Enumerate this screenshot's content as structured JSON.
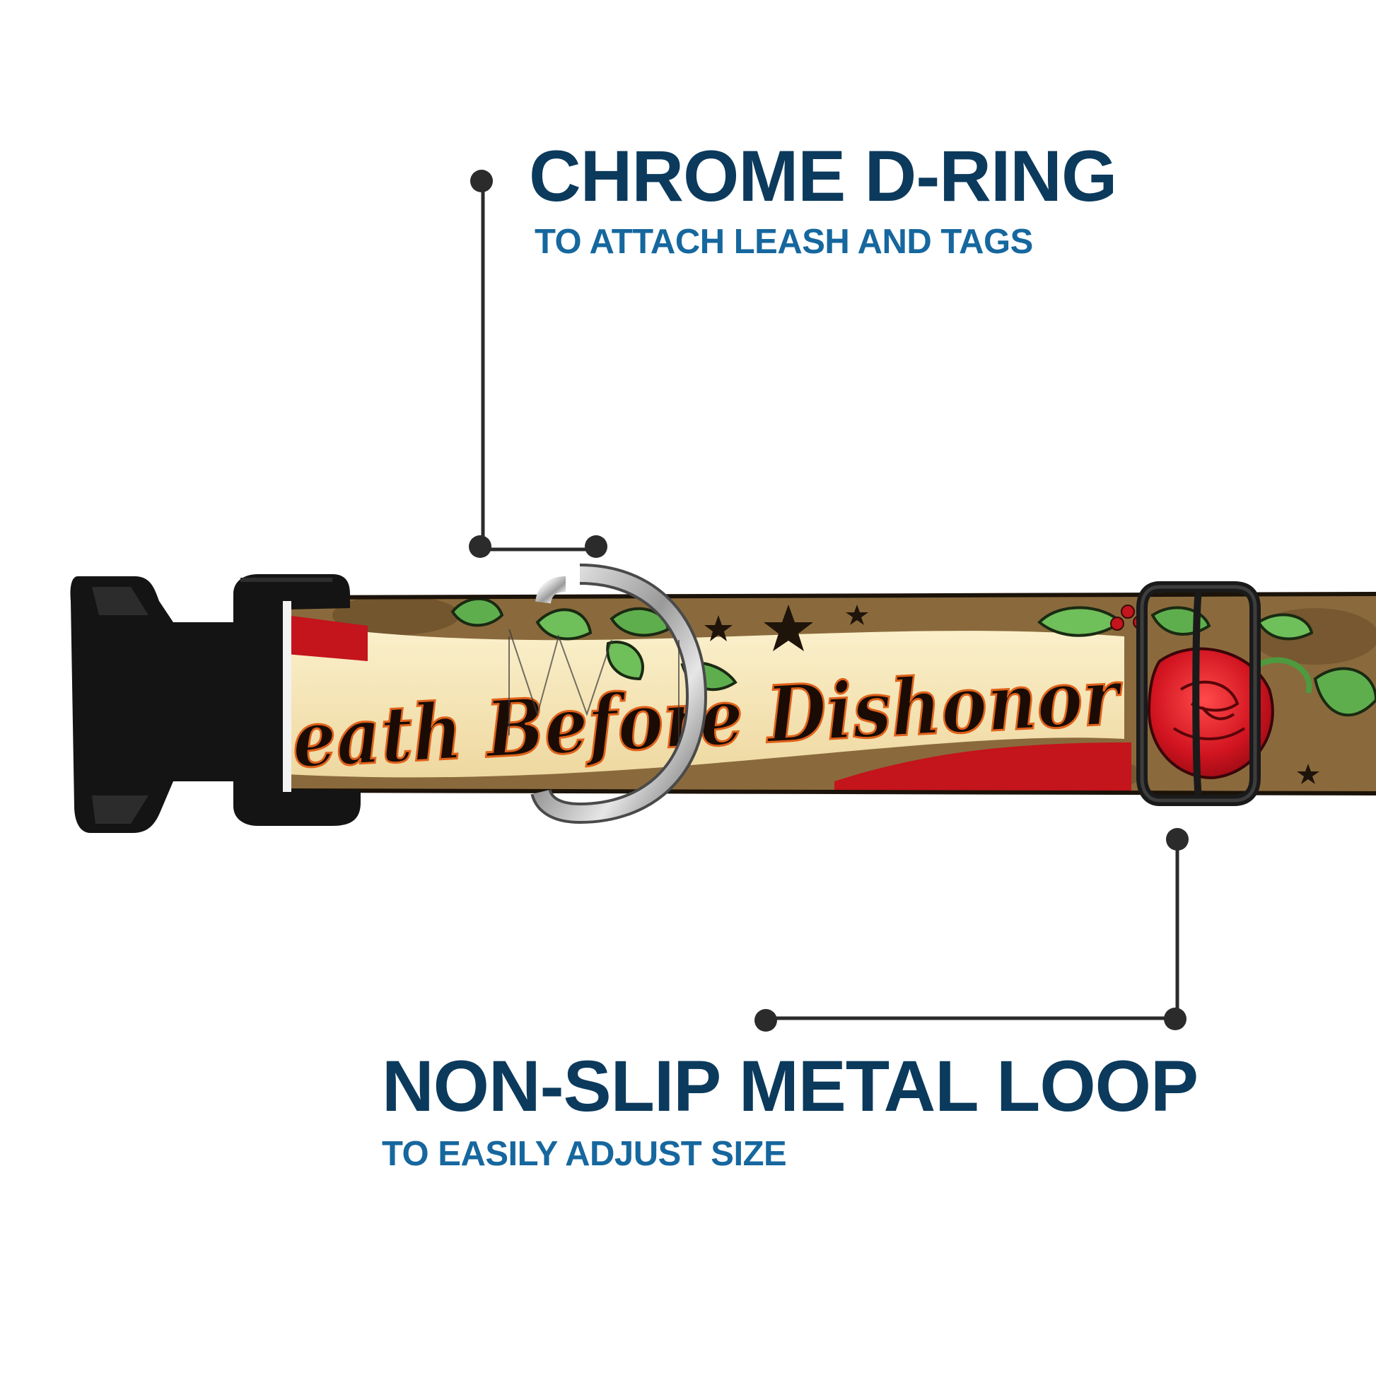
{
  "callouts": {
    "d_ring": {
      "title": "CHROME D-RING",
      "subtitle": "TO ATTACH LEASH AND TAGS"
    },
    "metal_loop": {
      "title": "NON-SLIP METAL LOOP",
      "subtitle": "TO EASILY ADJUST SIZE"
    }
  },
  "collar": {
    "banner_text": "eath Before Dishonor"
  },
  "colors": {
    "title": "#0b3a5c",
    "subtitle": "#16679e",
    "leader_line": "#2b2b2b",
    "buckle": "#141414",
    "ribbon": "#f6e7b8",
    "ribbon_red": "#c4141c",
    "collar_brown": "#8a6a3c",
    "banner_text": "#1a0c05",
    "banner_text_outline": "#e0611a"
  },
  "icons": {
    "buckle": "side-release-buckle",
    "d_ring": "d-ring",
    "loop": "slider-loop",
    "rose": "rose"
  }
}
